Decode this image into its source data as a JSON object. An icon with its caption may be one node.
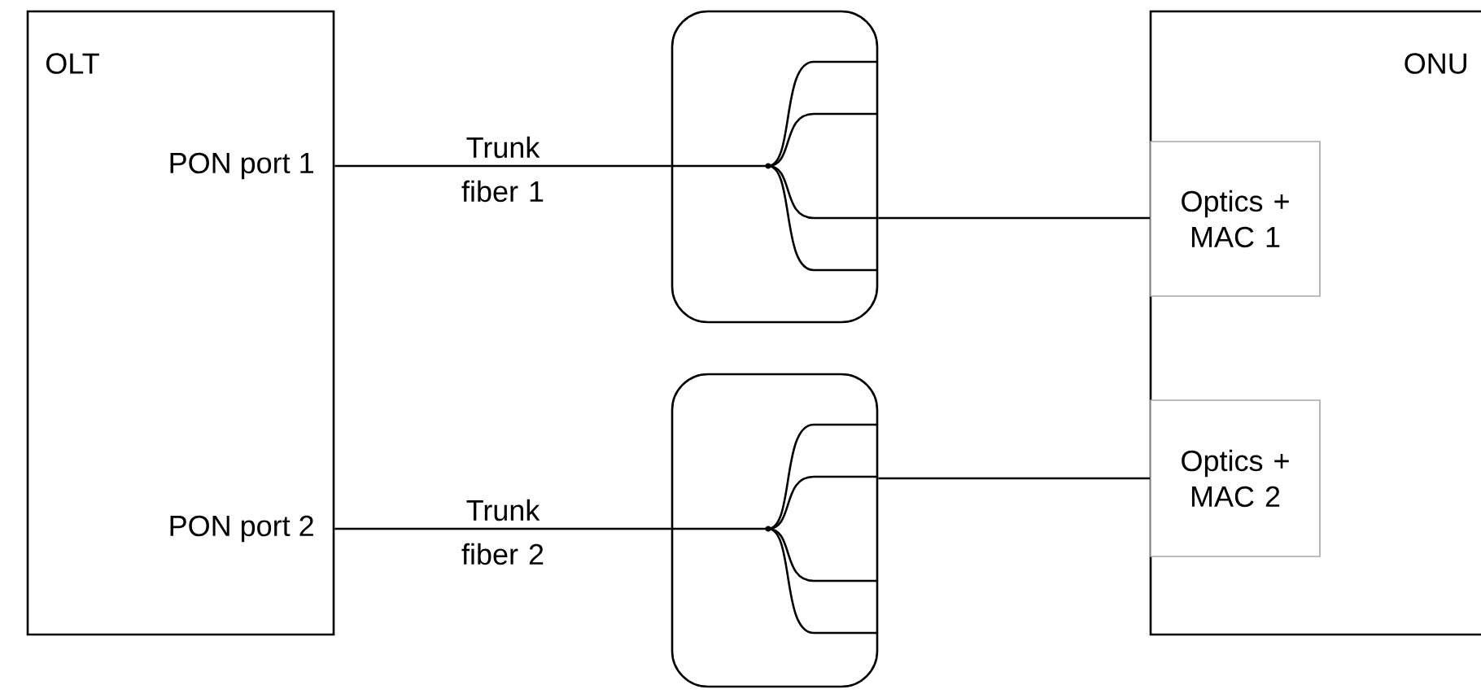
{
  "diagram": {
    "nodes": [
      {
        "text": [
          "OLT"
        ]
      },
      {
        "text": [
          "PON port 1"
        ],
        "in": 0
      },
      {
        "text": [
          "PON port 2"
        ],
        "in": 0
      },
      {
        "text": [],
        "shape": "box"
      },
      {
        "text": [],
        "shape": "box"
      },
      {
        "text": [
          "ONU"
        ]
      },
      {
        "text": [
          "Optics + MAC 1"
        ],
        "in": 5
      },
      {
        "text": [
          "Optics + MAC 2"
        ],
        "in": 5
      }
    ],
    "edges": [
      {
        "from": 1,
        "to": 3,
        "arrow": "none",
        "label": "Trunk fiber 1"
      },
      {
        "from": 2,
        "to": 4,
        "arrow": "none",
        "label": "Trunk fiber 2"
      },
      {
        "from": 3,
        "to": 6,
        "arrow": "none"
      },
      {
        "from": 4,
        "to": 7,
        "arrow": "none"
      }
    ]
  }
}
